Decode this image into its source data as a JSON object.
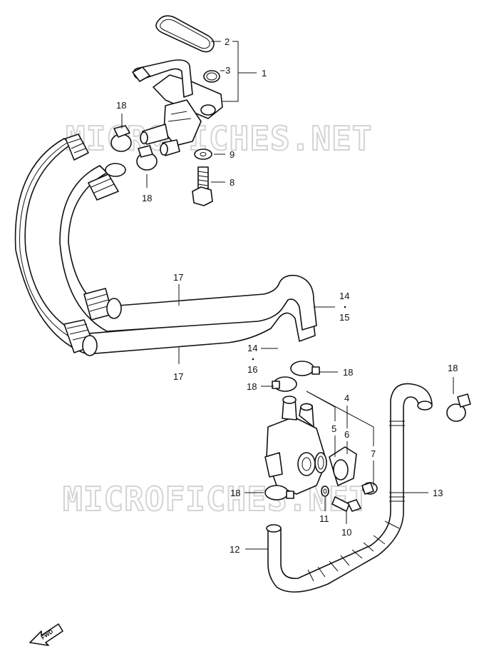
{
  "watermarks": [
    "MICROFICHES.NET",
    "MICROFICHES.NET"
  ],
  "callouts": {
    "c1": "1",
    "c2": "2",
    "c3": "3",
    "c4": "4",
    "c5": "5",
    "c6": "6",
    "c7": "7",
    "c8": "8",
    "c9": "9",
    "c10": "10",
    "c11": "11",
    "c12": "12",
    "c13": "13",
    "c14a": "14",
    "c15": "15",
    "c14b": "14",
    "c16": "16",
    "c17a": "17",
    "c17b": "17",
    "c18a": "18",
    "c18b": "18",
    "c18c": "18",
    "c18d": "18",
    "c18e": "18",
    "c18f": "18"
  },
  "fwd": "FWD"
}
